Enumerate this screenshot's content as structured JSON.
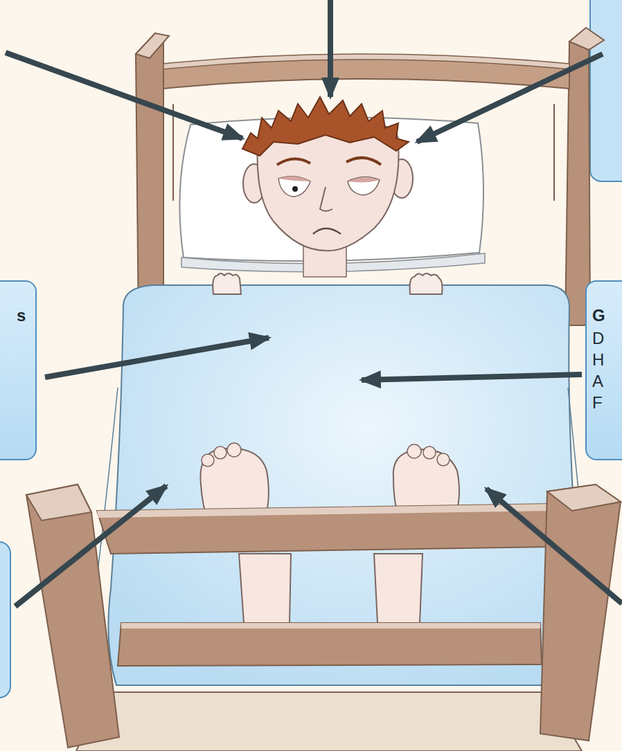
{
  "diagram": {
    "nodes": [
      {
        "text": [
          "s"
        ]
      },
      {
        "text": [
          "G",
          "D H A F"
        ]
      }
    ]
  }
}
